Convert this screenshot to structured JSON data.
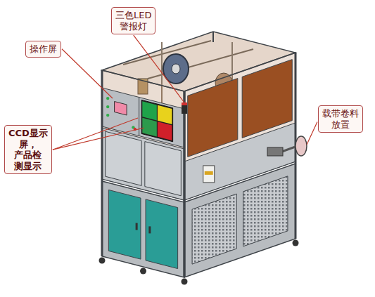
{
  "diagram": {
    "nodes": [
      {
        "text": [
          "三色LED 警报灯"
        ]
      },
      {
        "text": [
          "操作屏"
        ]
      },
      {
        "text": [
          "载带卷料 放置"
        ]
      },
      {
        "text": [
          "CCD显示 屏，产品检 测显示"
        ]
      }
    ]
  }
}
